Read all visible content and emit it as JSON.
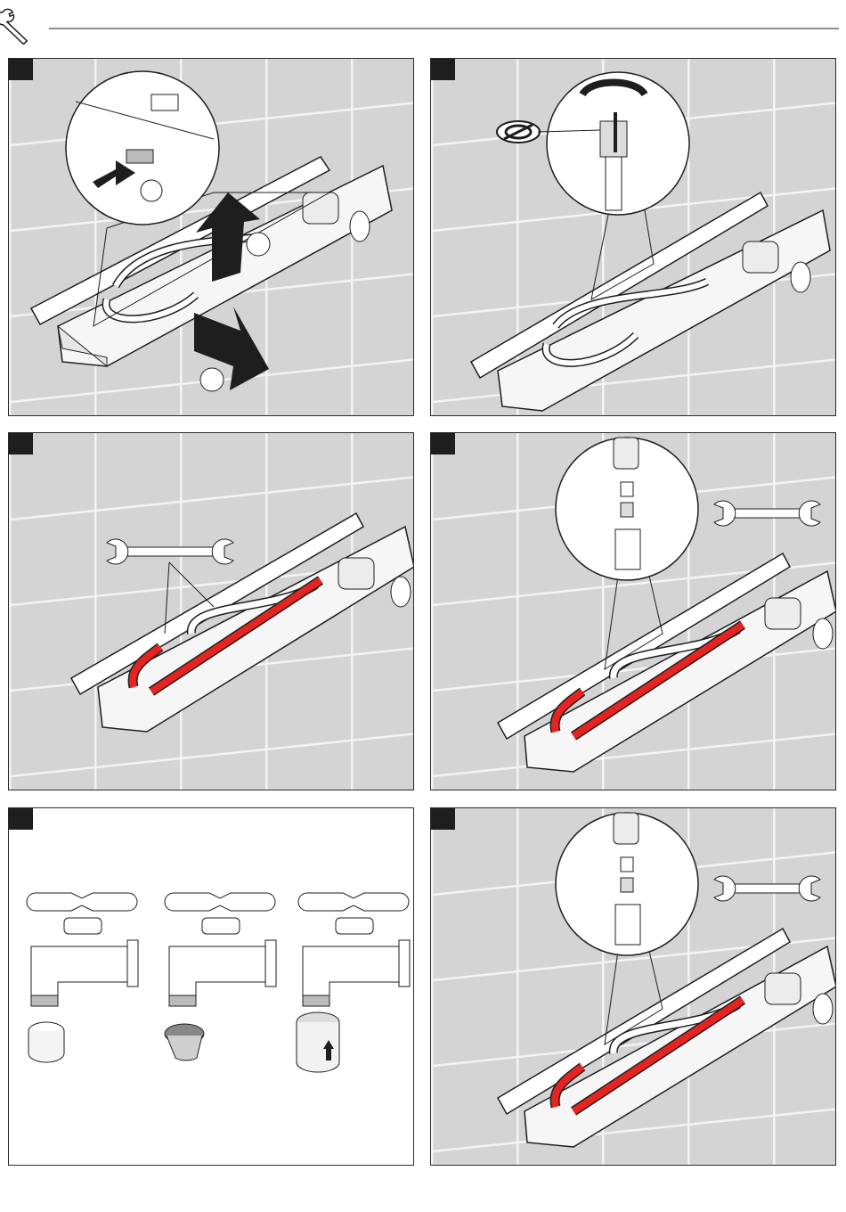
{
  "page": {
    "icon": "wrench-icon",
    "colors": {
      "tile_background": "#d4d4d4",
      "grout": "#f4f4f4",
      "hose_red": "#e52421",
      "outline": "#1e1e1e",
      "step_box": "#1e1e1e"
    }
  },
  "panels": [
    {
      "id": "p1",
      "step_number": "",
      "scene": "remove-protection-cap",
      "icons": [
        "arrow-icon",
        "arrow-up-icon",
        "arrow-down-right-icon"
      ]
    },
    {
      "id": "p2",
      "step_number": "",
      "scene": "shut-off-valve",
      "icons": [
        "rotation-arrow-icon",
        "no-rotate-icon"
      ]
    },
    {
      "id": "p3",
      "step_number": "",
      "scene": "connect-hoses",
      "icons": [
        "wrench-icon"
      ]
    },
    {
      "id": "p4",
      "step_number": "",
      "scene": "non-return-valve-detail",
      "icons": [
        "wrench-icon"
      ]
    },
    {
      "id": "p5",
      "step_number": "",
      "scene": "clean-filters",
      "icons": [
        "tap-icon",
        "tap-icon",
        "tap-icon"
      ]
    },
    {
      "id": "p6",
      "step_number": "",
      "scene": "non-return-valve-detail",
      "icons": [
        "wrench-icon"
      ]
    }
  ]
}
